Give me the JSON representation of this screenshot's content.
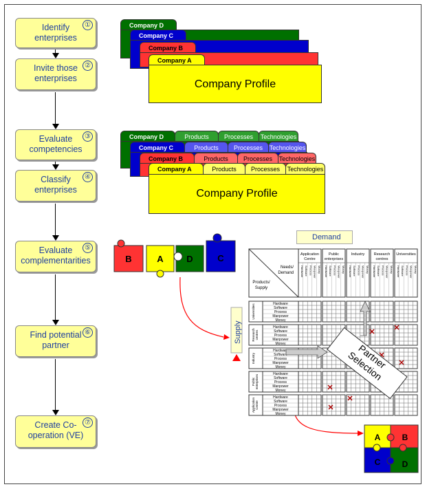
{
  "steps": [
    {
      "num": "①",
      "label": "Identify enterprises"
    },
    {
      "num": "②",
      "label": "Invite those enterprises"
    },
    {
      "num": "③",
      "label": "Evaluate competencies"
    },
    {
      "num": "④",
      "label": "Classify enterprises"
    },
    {
      "num": "⑤",
      "label": "Evaluate complementarities"
    },
    {
      "num": "⑥",
      "label": "Find potential partner"
    },
    {
      "num": "⑦",
      "label": "Create Co-operation (VE)"
    }
  ],
  "stack1": {
    "companies": [
      "Company D",
      "Company C",
      "Company B",
      "Company A"
    ],
    "profile_title": "Company Profile"
  },
  "stack2": {
    "companies": [
      "Company D",
      "Company C",
      "Company B",
      "Company A"
    ],
    "subtabs": [
      "Products",
      "Processes",
      "Technologies"
    ],
    "profile_title": "Company Profile"
  },
  "puzzle": {
    "pieces": [
      "B",
      "A",
      "D",
      "C"
    ]
  },
  "matrix": {
    "demand_label": "Demand",
    "supply_label": "Supply",
    "corner_top": "Needs/ Demand",
    "corner_bottom": "Products/ Supply",
    "columns": [
      "Application Centre",
      "Public enterprises",
      "Industry",
      "Research centres",
      "Universities"
    ],
    "col_sub": [
      "Hardware",
      "Software",
      "Process",
      "Manpower",
      "Money"
    ],
    "rows": [
      "Universities",
      "Research centres",
      "Industry",
      "Public enterprises",
      "Application Centre"
    ],
    "row_sub": [
      "Hardware",
      "Software",
      "Process",
      "Manpower",
      "Money"
    ],
    "selection_label": "Partner Selection"
  },
  "result": {
    "pieces": [
      "A",
      "B",
      "C",
      "D"
    ]
  },
  "colors": {
    "step_fill": "#ffff99",
    "step_text": "#1f3f9f",
    "green": "#007000",
    "blue": "#0000cc",
    "red": "#ff3333",
    "yellow": "#ffff00"
  }
}
